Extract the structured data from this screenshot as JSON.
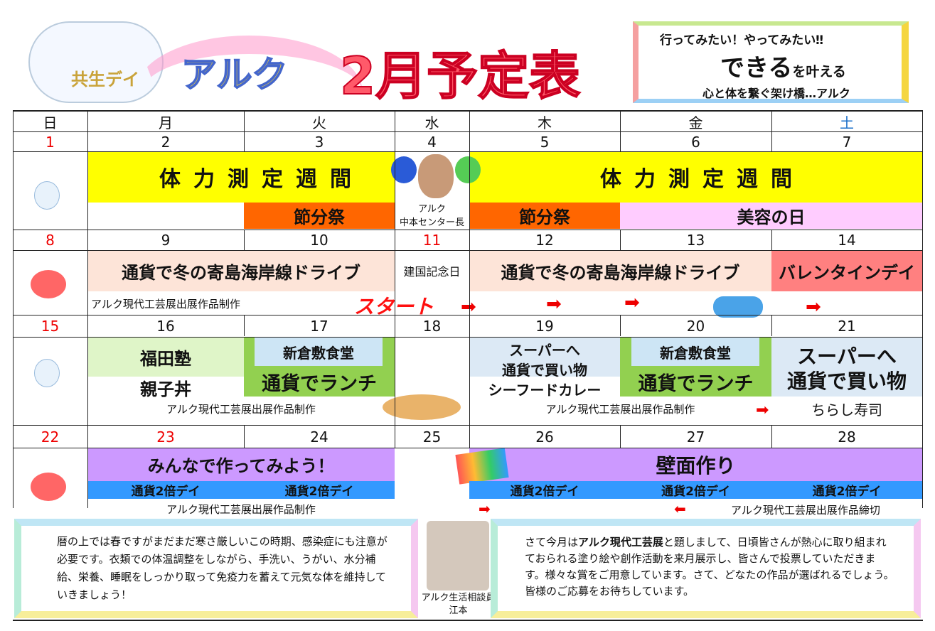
{
  "header": {
    "sub": "共生デイ",
    "name": "アルク",
    "title": "2月予定表"
  },
  "motto": {
    "line1": "行ってみたい！やってみたい‼",
    "main": "できる",
    "main_suffix": "を叶える",
    "line3": "心と体を繋ぐ架け橋…アルク"
  },
  "weekdays": [
    "日",
    "月",
    "火",
    "水",
    "木",
    "金",
    "土"
  ],
  "weeks": [
    {
      "dates": [
        "1",
        "2",
        "3",
        "4",
        "5",
        "6",
        "7"
      ]
    },
    {
      "dates": [
        "8",
        "9",
        "10",
        "11",
        "12",
        "13",
        "14"
      ]
    },
    {
      "dates": [
        "15",
        "16",
        "17",
        "18",
        "19",
        "20",
        "21"
      ]
    },
    {
      "dates": [
        "22",
        "23",
        "24",
        "25",
        "26",
        "27",
        "28"
      ]
    }
  ],
  "w1": {
    "fitness": "体力測定週間",
    "setsubun": "節分祭",
    "beauty": "美容の日",
    "photo_label1": "アルク",
    "photo_label2": "中本センター長"
  },
  "w2": {
    "drive": "通貨で冬の寄島海岸線ドライブ",
    "holiday": "建国記念日",
    "valentine": "バレンタインデイ",
    "craft": "アルク現代工芸展出展作品制作",
    "start": "スタート"
  },
  "w3": {
    "fukuda": "福田塾",
    "oyakodon": "親子丼",
    "shokudo": "新倉敷食堂",
    "lunch": "通貨でランチ",
    "super": "スーパーへ",
    "shopping": "通貨で買い物",
    "curry": "シーフードカレー",
    "craft": "アルク現代工芸展出展作品制作",
    "chirashi": "ちらし寿司"
  },
  "w4": {
    "together": "みんなで作ってみよう！",
    "wall": "壁面作り",
    "double": "通貨2倍デイ",
    "craft": "アルク現代工芸展出展作品制作",
    "deadline": "アルク現代工芸展出展作品締切"
  },
  "notes": {
    "left": "暦の上では春ですがまだまだ寒さ厳しいこの時期、感染症にも注意が必要です。衣類での体温調整をしながら、手洗い、うがい、水分補給、栄養、睡眠をしっかり取って免疫力を蓄えて元気な体を維持していきましょう！",
    "right_pre": "さて今月は",
    "right_bold": "アルク現代工芸展",
    "right_post": "と題しまして、日頃皆さんが熱心に取り組まれておられる塗り絵や創作活動を来月展示し、皆さんで投票していただきます。様々な賞をご用意しています。さて、どなたの作品が選ばれるでしょう。皆様のご応募をお待ちしています。",
    "staff_role": "アルク生活相談員",
    "staff_name": "江本"
  }
}
